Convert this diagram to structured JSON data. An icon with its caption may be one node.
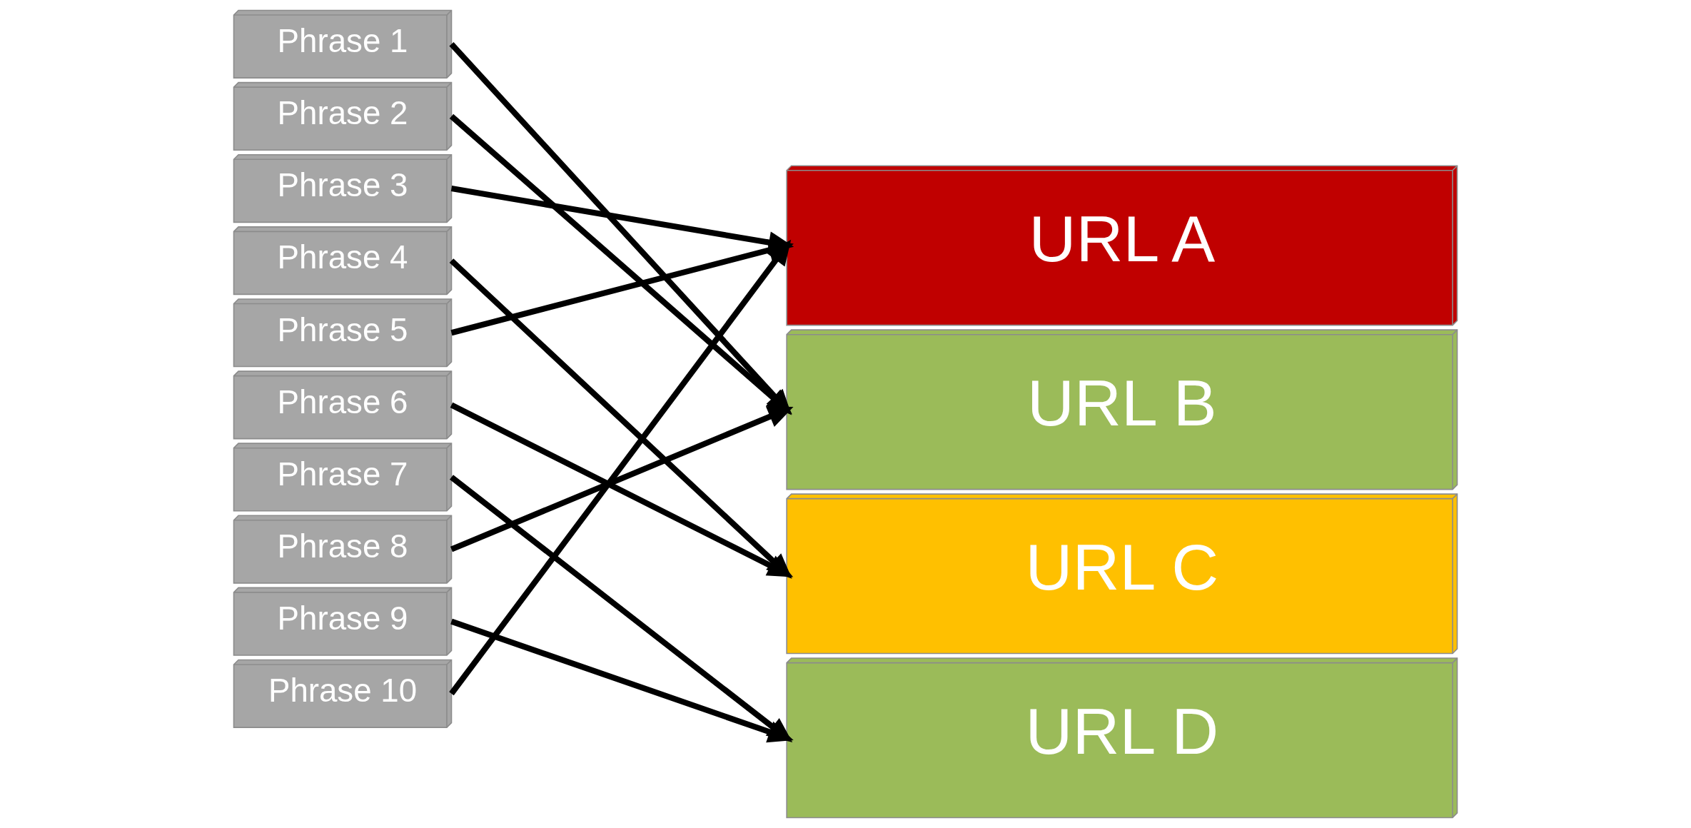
{
  "diagram": {
    "nodes": [
      {
        "text": [
          "Phrase 1"
        ]
      },
      {
        "text": [
          "Phrase 2"
        ]
      },
      {
        "text": [
          "Phrase 3"
        ]
      },
      {
        "text": [
          "Phrase 4"
        ]
      },
      {
        "text": [
          "Phrase 5"
        ]
      },
      {
        "text": [
          "Phrase 6"
        ]
      },
      {
        "text": [
          "Phrase 7"
        ]
      },
      {
        "text": [
          "Phrase 8"
        ]
      },
      {
        "text": [
          "Phrase 9"
        ]
      },
      {
        "text": [
          "Phrase 10"
        ]
      },
      {
        "text": [
          "URL A"
        ]
      },
      {
        "text": [
          "URL B"
        ]
      },
      {
        "text": [
          "URL C"
        ]
      },
      {
        "text": [
          "URL D"
        ]
      }
    ],
    "edges": [
      {
        "from": 0,
        "to": 11,
        "arrow": "to"
      },
      {
        "from": 1,
        "to": 11,
        "arrow": "to"
      },
      {
        "from": 2,
        "to": 10,
        "arrow": "to"
      },
      {
        "from": 3,
        "to": 12,
        "arrow": "to"
      },
      {
        "from": 4,
        "to": 10,
        "arrow": "to"
      },
      {
        "from": 5,
        "to": 12,
        "arrow": "to"
      },
      {
        "from": 6,
        "to": 13,
        "arrow": "to"
      },
      {
        "from": 7,
        "to": 11,
        "arrow": "to"
      },
      {
        "from": 8,
        "to": 13,
        "arrow": "to"
      },
      {
        "from": 9,
        "to": 10,
        "arrow": "to"
      }
    ]
  }
}
